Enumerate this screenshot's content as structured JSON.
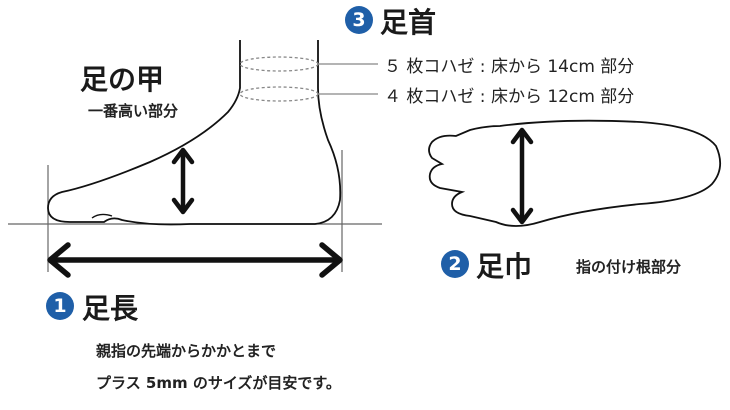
{
  "sections": {
    "ankle": {
      "badge": "3",
      "title": "足首",
      "lines": [
        "５ 枚コハゼ : 床から 14cm 部分",
        "４ 枚コハゼ : 床から 12cm 部分"
      ]
    },
    "instep": {
      "title": "足の甲",
      "subtitle": "一番高い部分"
    },
    "width": {
      "badge": "2",
      "title": "足巾",
      "subtitle": "指の付け根部分"
    },
    "length": {
      "badge": "1",
      "title": "足長",
      "description_lines": [
        "親指の先端からかかとまで",
        "プラス 5mm のサイズが目安です。"
      ]
    }
  },
  "colors": {
    "accent": "#1f5fa8",
    "ink": "#1a1a1a"
  },
  "icons": [
    "double-arrow-icon",
    "foot-side-outline",
    "foot-sole-outline"
  ]
}
